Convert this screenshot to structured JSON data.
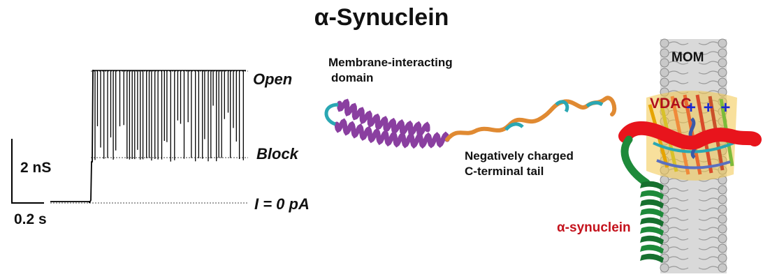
{
  "title": "α-Synuclein",
  "trace": {
    "open_label": "Open",
    "block_label": "Block",
    "zero_label": "I = 0 pA",
    "scale_y_label": "2 nS",
    "scale_x_label": "0.2 s"
  },
  "protein": {
    "domain_label_line1": "Membrane-interacting",
    "domain_label_line2": "domain",
    "tail_label_line1": "Negatively charged",
    "tail_label_line2": "C-terminal tail"
  },
  "membrane": {
    "mom_label": "MOM",
    "vdac_label": "VDAC",
    "charges": "+ + +",
    "synuclein_label": "α-synuclein"
  },
  "colors": {
    "helix": "#8a3fa0",
    "tail": "#e08a32",
    "turn": "#2aa7b3",
    "synuclein_red": "#e8141c",
    "synuclein_green": "#1e8a3a",
    "charge_blue": "#1a2ad0"
  }
}
